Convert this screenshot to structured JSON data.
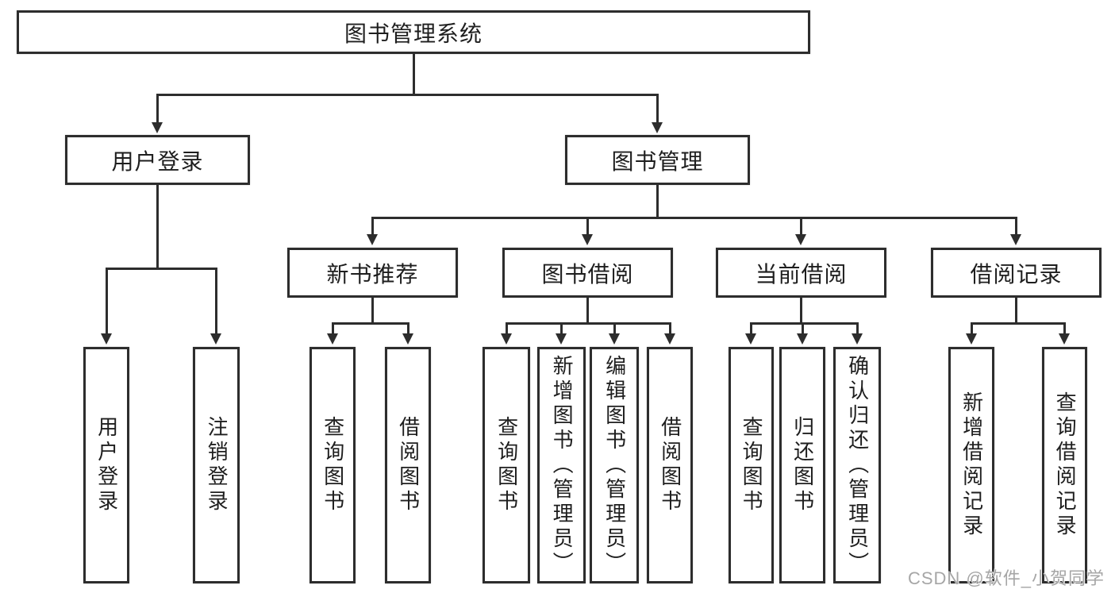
{
  "diagram": {
    "root_label": "图书管理系统",
    "level2": {
      "user_login": "用户登录",
      "book_management": "图书管理"
    },
    "level3": {
      "new_books": "新书推荐",
      "book_borrowing": "图书借阅",
      "current_borrowing": "当前借阅",
      "borrowing_records": "借阅记录"
    },
    "leaves": {
      "user_login": [
        "用户登录",
        "注销登录"
      ],
      "new_books": [
        "查询图书",
        "借阅图书"
      ],
      "book_borrowing": [
        "查询图书",
        "新增图书（管理员）",
        "编辑图书（管理员）",
        "借阅图书"
      ],
      "current_borrowing": [
        "查询图书",
        "归还图书",
        "确认归还（管理员）"
      ],
      "borrowing_records": [
        "新增借阅记录",
        "查询借阅记录"
      ]
    },
    "watermark": "CSDN @软件_小贺同学",
    "colors": {
      "line": "#2d2d2d",
      "text": "#1e1e1e",
      "background": "#ffffff",
      "watermark": "#a6a6a6"
    }
  }
}
